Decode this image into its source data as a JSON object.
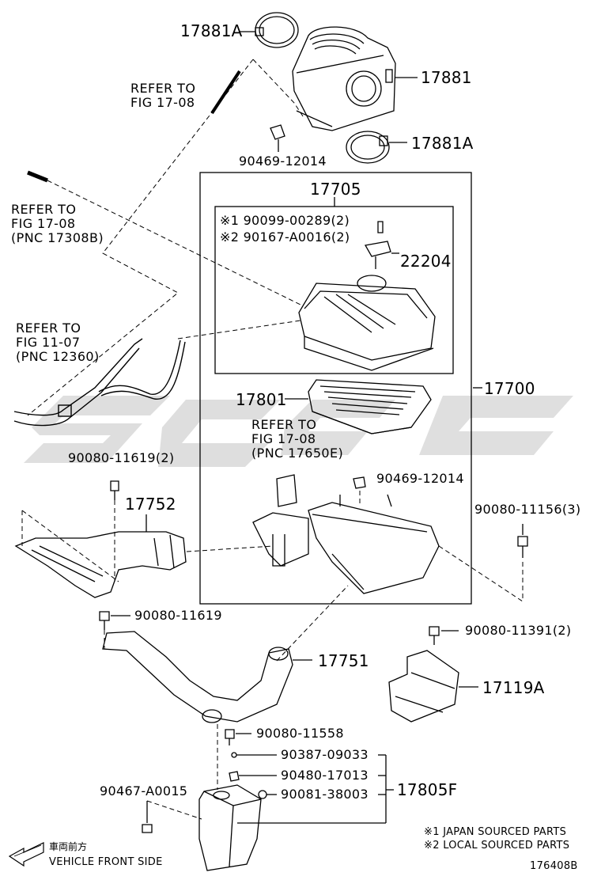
{
  "parts": {
    "p17881A_top": "17881A",
    "p17881": "17881",
    "p17881A_right": "17881A",
    "p90469_12014_top": "90469-12014",
    "p17705": "17705",
    "p90099": "※1 90099-00289(2)",
    "p90167": "※2 90167-A0016(2)",
    "p22204": "22204",
    "p17801": "17801",
    "p17700": "17700",
    "p90469_12014_mid": "90469-12014",
    "p90080_11619_2": "90080-11619(2)",
    "p17752": "17752",
    "p90080_11156_3": "90080-11156(3)",
    "p90080_11619": "90080-11619",
    "p17751": "17751",
    "p90080_11391_2": "90080-11391(2)",
    "p17119A": "17119A",
    "p90080_11558": "90080-11558",
    "p90387_09033": "90387-09033",
    "p90480_17013": "90480-17013",
    "p90081_38003": "90081-38003",
    "p17805F": "17805F",
    "p90467_A0015": "90467-A0015"
  },
  "refs": {
    "ref1": "REFER TO\nFIG 17-08",
    "ref2": "REFER TO\nFIG 17-08\n(PNC 17308B)",
    "ref3": "REFER TO\nFIG 11-07\n(PNC 12360)",
    "ref4": "REFER TO\nFIG 17-08\n(PNC 17650E)"
  },
  "notes": {
    "japan": "※1 JAPAN SOURCED PARTS",
    "local": "※2 LOCAL SOURCED PARTS",
    "front_jp": "車両前方",
    "front_en": "VEHICLE FRONT SIDE",
    "figure_id": "176408B"
  },
  "colors": {
    "line": "#000000",
    "watermark": "#d9d9d9"
  }
}
